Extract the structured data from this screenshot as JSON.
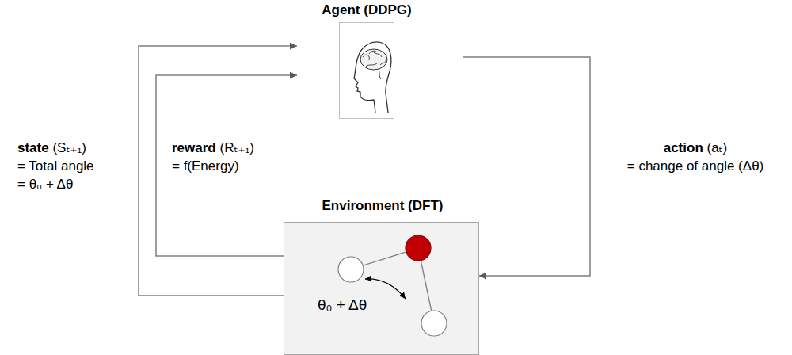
{
  "diagram": {
    "nodes": [
      {
        "text": [
          "Agent (DDPG)"
        ]
      },
      {
        "text": [
          "Environment (DFT)",
          "θ₀ + Δθ"
        ]
      }
    ],
    "edges": [
      {
        "from": 1,
        "to": 0,
        "label": "state (Sₜ₊₁) = Total angle = θ₀ + Δθ",
        "arrow": "to"
      },
      {
        "from": 1,
        "to": 0,
        "label": "reward (Rₜ₊₁) = f(Energy)",
        "arrow": "to"
      },
      {
        "from": 0,
        "to": 1,
        "label": "action (aₜ) = change of angle (Δθ)",
        "arrow": "to"
      }
    ]
  }
}
